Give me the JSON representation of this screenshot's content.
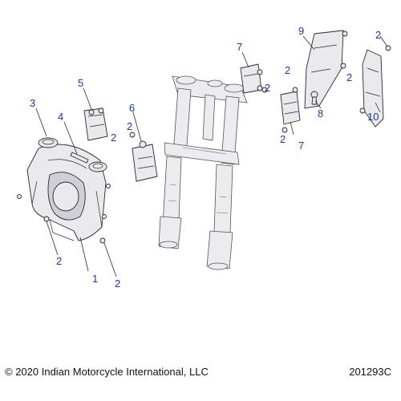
{
  "diagram": {
    "callouts": [
      {
        "label": "1"
      },
      {
        "label": "2"
      },
      {
        "label": "2"
      },
      {
        "label": "3"
      },
      {
        "label": "4"
      },
      {
        "label": "5"
      },
      {
        "label": "2"
      },
      {
        "label": "6"
      },
      {
        "label": "2"
      },
      {
        "label": "7"
      },
      {
        "label": "2"
      },
      {
        "label": "2"
      },
      {
        "label": "7"
      },
      {
        "label": "2"
      },
      {
        "label": "8"
      },
      {
        "label": "9"
      },
      {
        "label": "2"
      },
      {
        "label": "2"
      },
      {
        "label": "10"
      }
    ]
  },
  "footer": {
    "copyright": "© 2020 Indian Motorcycle International, LLC",
    "figure_id": "201293C"
  }
}
